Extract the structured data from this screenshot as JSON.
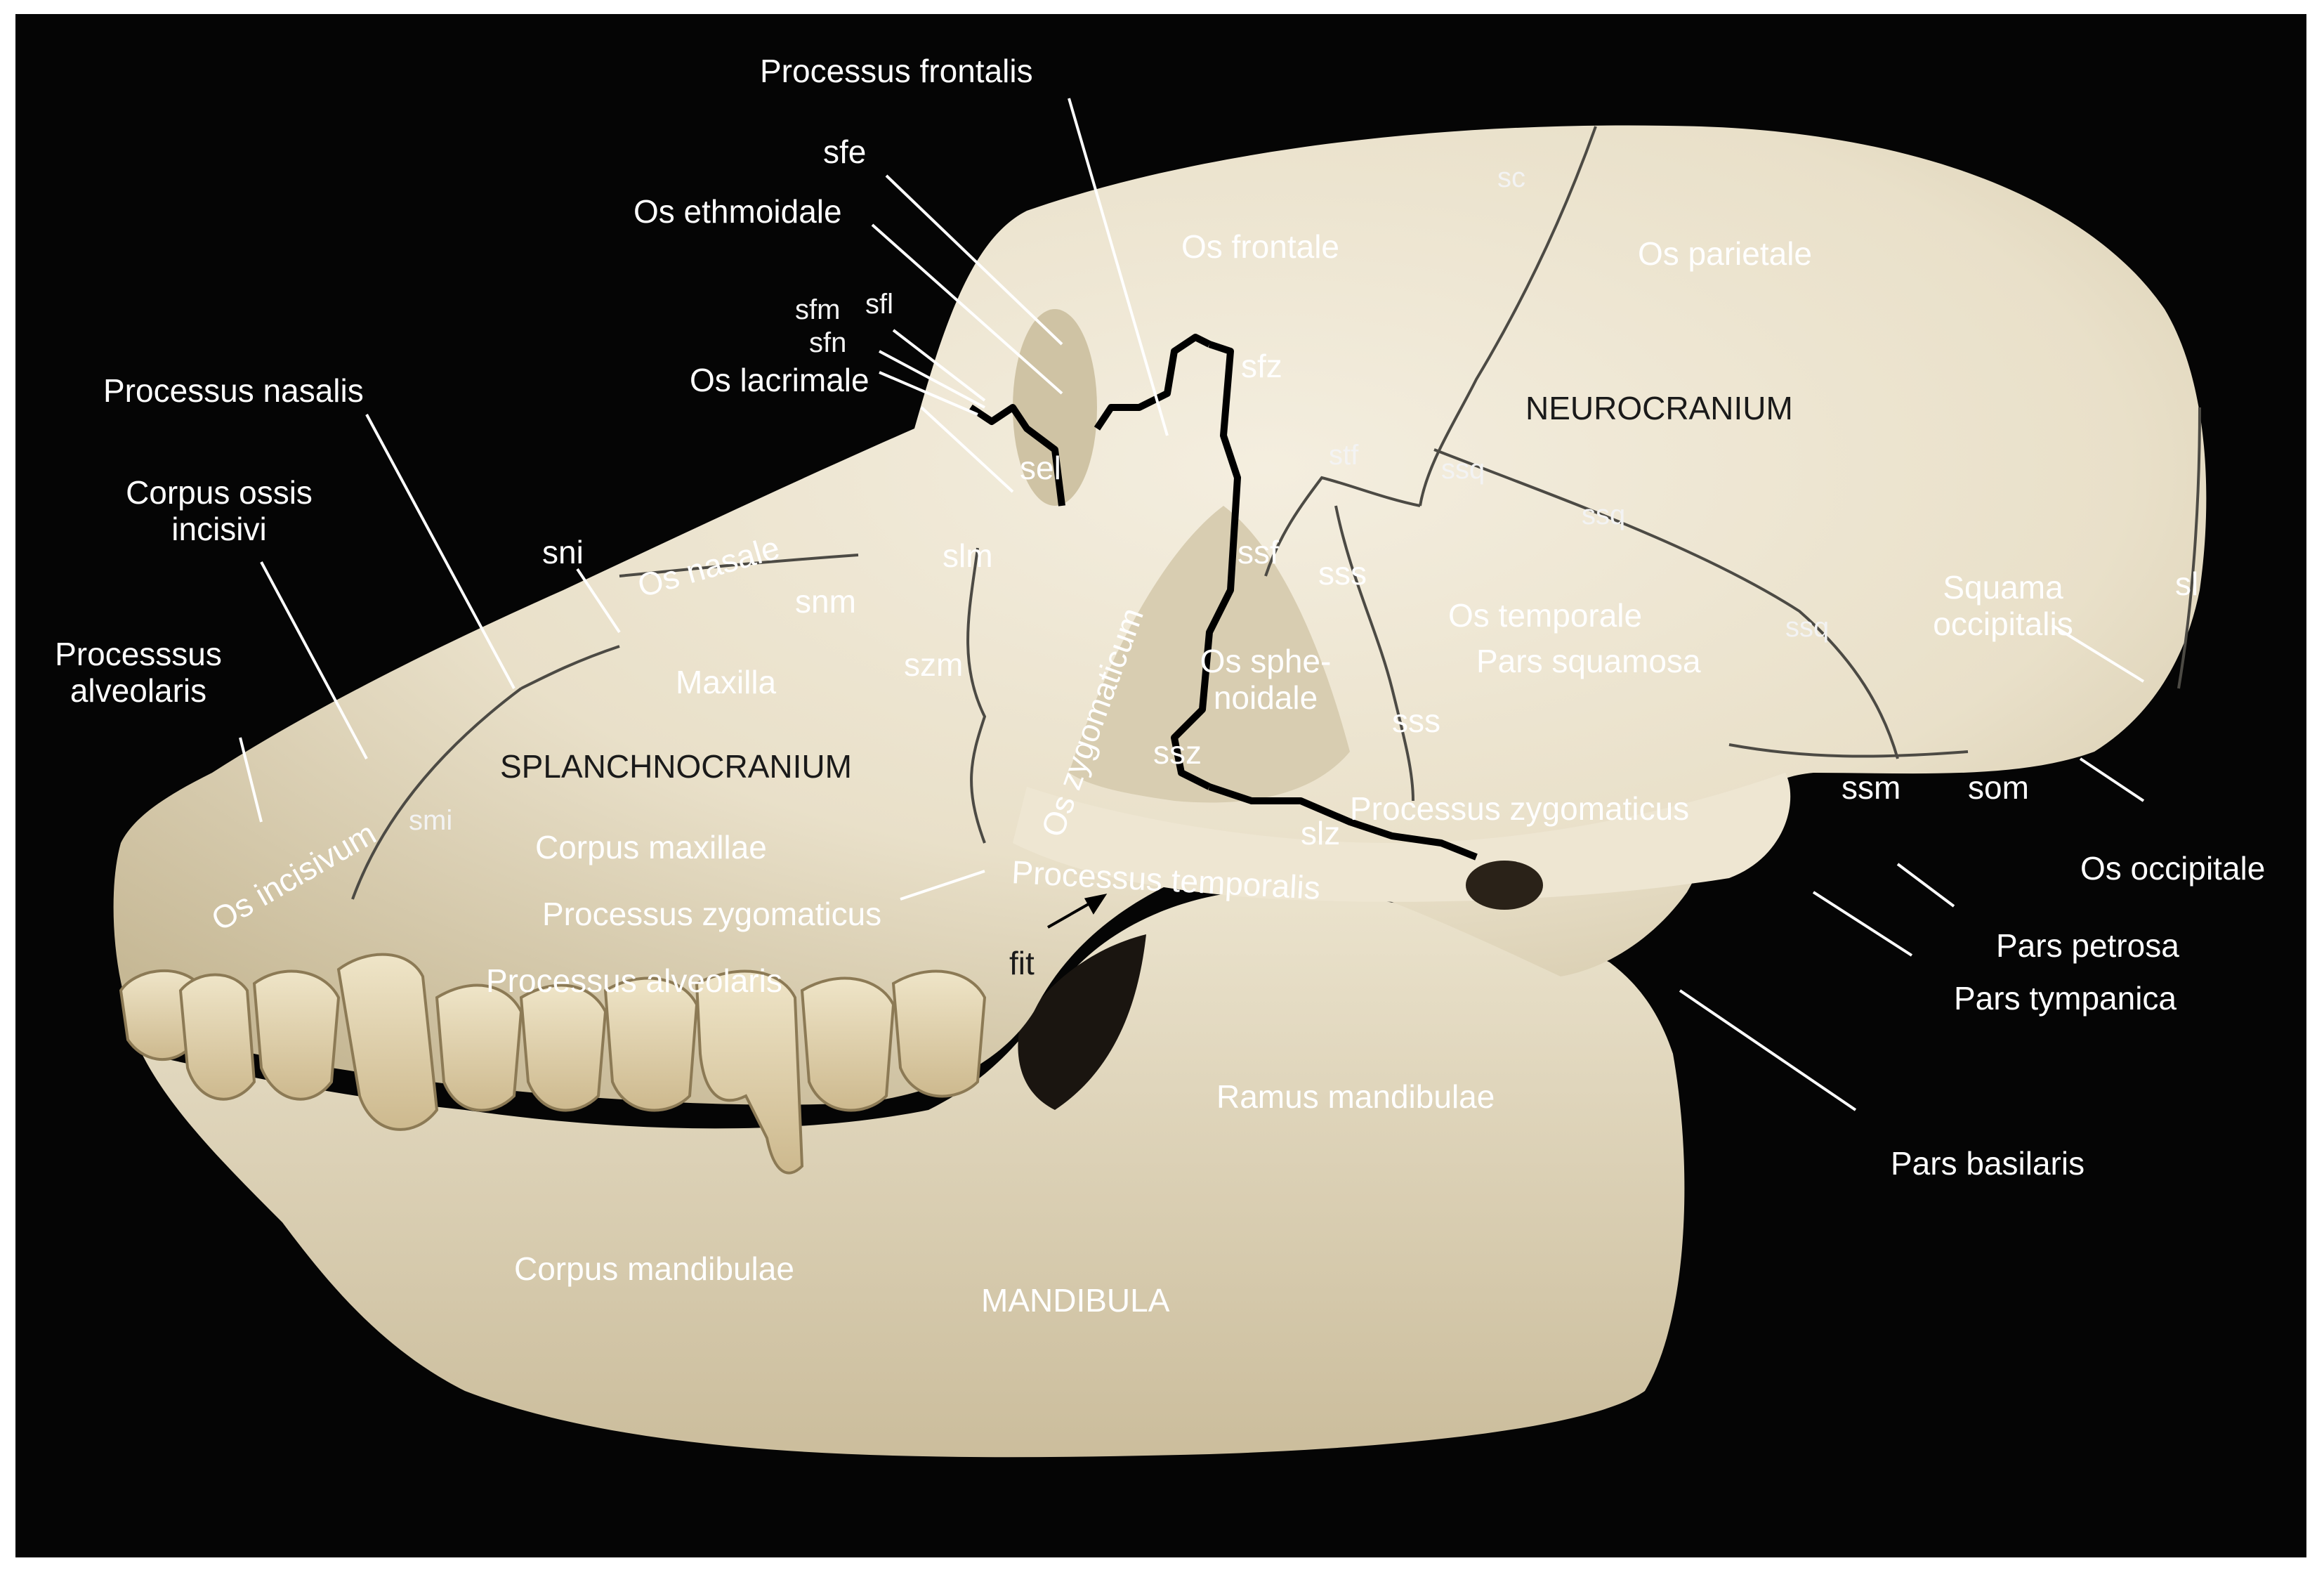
{
  "figure": {
    "colors": {
      "background": "#050505",
      "bone": "#ece4d0",
      "bone_shadow": "#bfb294",
      "suture": "#4a4a4a",
      "highlight_suture": "#000000",
      "leader": "#ffffff"
    },
    "labels": {
      "processus_frontalis": "Processus frontalis",
      "sfe": "sfe",
      "os_ethmoidale": "Os ethmoidale",
      "sfm": "sfm",
      "sfl": "sfl",
      "sfn": "sfn",
      "os_lacrimale": "Os lacrimale",
      "processus_nasalis": "Processus nasalis",
      "corpus_ossis_incisivi": "Corpus ossis incisivi",
      "processsus_alveolaris": "Processsus alveolaris",
      "os_frontale": "Os frontale",
      "sfz": "sfz",
      "sc": "sc",
      "os_parietale": "Os parietale",
      "neurocranium": "NEUROCRANIUM",
      "stf": "stf",
      "ssq_1": "ssq",
      "ssq_2": "ssq",
      "ssq_3": "ssq",
      "sel": "sel",
      "sni": "sni",
      "os_nasale": "Os nasale",
      "slm": "slm",
      "snm": "snm",
      "maxilla": "Maxilla",
      "szm": "szm",
      "ssf": "ssf",
      "sss_1": "sss",
      "sss_2": "sss",
      "os_sphenoidale": "Os sphe- noidale",
      "os_temporale": "Os temporale",
      "pars_squamosa": "Pars squamosa",
      "squama_occipitalis": "Squama occipitalis",
      "sl": "sl",
      "splanchnocranium": "SPLANCHNOCRANIUM",
      "smi": "smi",
      "os_incisivum": "Os incisivum",
      "os_zygomaticum": "Os zygomaticum",
      "ssz": "ssz",
      "slz": "slz",
      "processus_zygomaticus_temp": "Processus zygomaticus",
      "ssm": "ssm",
      "som": "som",
      "os_occipitale": "Os occipitale",
      "corpus_maxillae": "Corpus maxillae",
      "processus_temporalis": "Processus temporalis",
      "processus_zygomaticus_max": "Processus zygomaticus",
      "fit": "fit",
      "processus_alveolaris": "Processus alveolaris",
      "pars_petrosa": "Pars petrosa",
      "pars_tympanica": "Pars tympanica",
      "ramus_mandibulae": "Ramus mandibulae",
      "pars_basilaris": "Pars basilaris",
      "corpus_mandibulae": "Corpus mandibulae",
      "mandibula": "MANDIBULA"
    }
  }
}
